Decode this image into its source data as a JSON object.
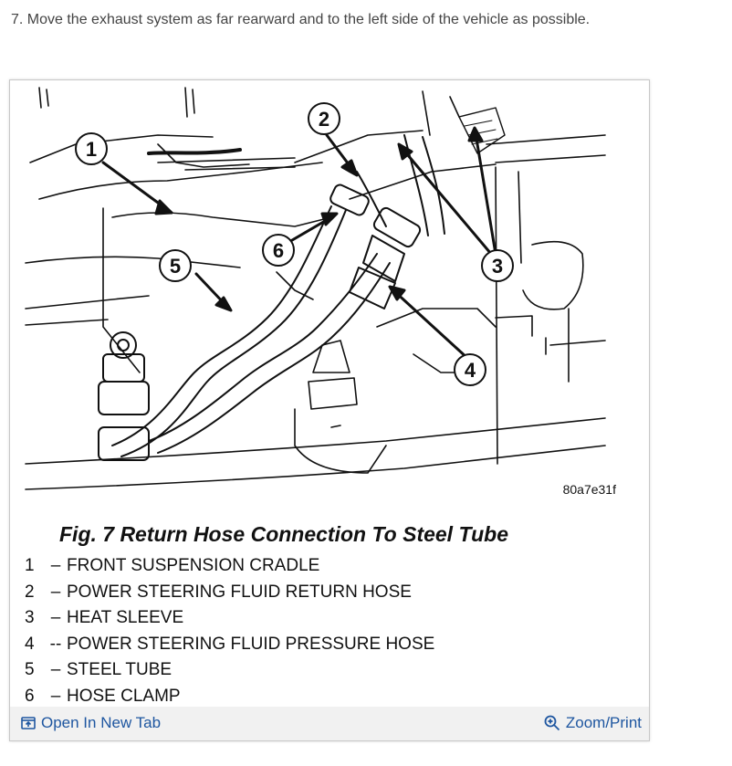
{
  "step": {
    "text": "7. Move the exhaust system as far rearward and to the left side of the vehicle as possible."
  },
  "figure": {
    "image_code": "80a7e31f",
    "caption": "Fig. 7 Return Hose Connection To Steel Tube",
    "callouts": [
      "1",
      "2",
      "3",
      "4",
      "5",
      "6"
    ],
    "legend": [
      {
        "num": "1",
        "dash": "–",
        "label": "FRONT SUSPENSION CRADLE"
      },
      {
        "num": "2",
        "dash": "–",
        "label": "POWER STEERING FLUID RETURN HOSE"
      },
      {
        "num": "3",
        "dash": "–",
        "label": "HEAT SLEEVE"
      },
      {
        "num": "4",
        "dash": "--",
        "label": "POWER STEERING FLUID PRESSURE HOSE"
      },
      {
        "num": "5",
        "dash": "–",
        "label": "STEEL TUBE"
      },
      {
        "num": "6",
        "dash": "–",
        "label": "HOSE CLAMP"
      }
    ]
  },
  "toolbar": {
    "open_tab_label": "Open In New Tab",
    "zoom_print_label": "Zoom/Print",
    "open_tab_icon": "open-new-tab-icon",
    "zoom_icon": "magnifier-plus-icon",
    "link_color": "#1e56a0"
  }
}
